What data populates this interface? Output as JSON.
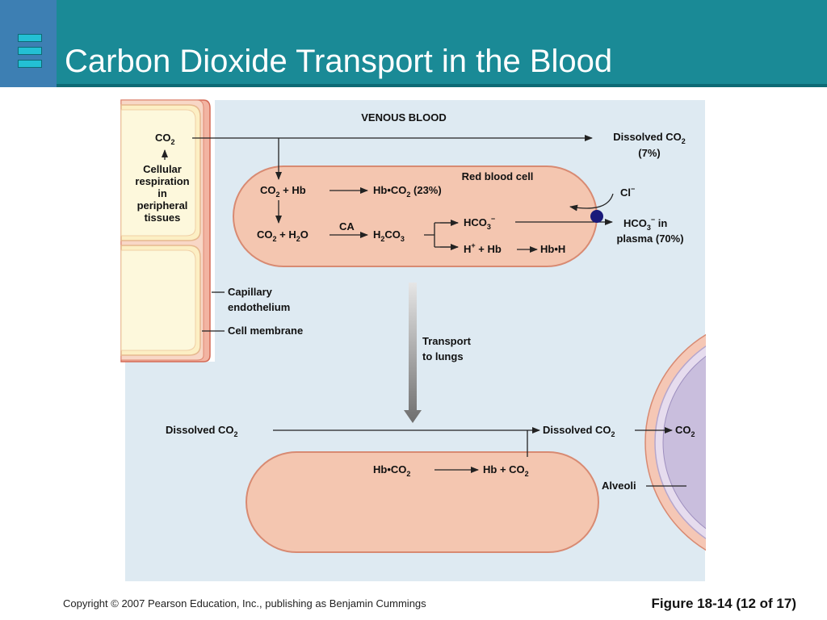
{
  "title": "Carbon Dioxide Transport in the Blood",
  "footer": {
    "copyright": "Copyright © 2007 Pearson Education, Inc., publishing as Benjamin Cummings",
    "figure": "Figure 18-14 (12 of 17)"
  },
  "diagram": {
    "venous_blood": "VENOUS BLOOD",
    "tissue": {
      "co2": "CO",
      "co2_sub": "2",
      "lines": [
        "Cellular",
        "respiration",
        "in",
        "peripheral",
        "tissues"
      ]
    },
    "dissolved_top": {
      "text": "Dissolved CO",
      "sub": "2",
      "percent": "(7%)"
    },
    "red_blood_cell": "Red blood cell",
    "reactions": {
      "r1_left": "CO",
      "r1_left_sub": "2",
      "r1_left_rest": " + Hb",
      "r1_right": "Hb•CO",
      "r1_right_sub": "2",
      "r1_right_rest": " (23%)",
      "r2_left": "CO",
      "r2_left_sub": "2",
      "r2_left_mid": " + H",
      "r2_left_sub2": "2",
      "r2_left_rest": "O",
      "ca": "CA",
      "h2co3_a": "H",
      "h2co3_sub1": "2",
      "h2co3_b": "CO",
      "h2co3_sub2": "3",
      "hco3": "HCO",
      "hco3_sub": "3",
      "hco3_sup": "−",
      "h_plus": "H",
      "h_plus_sup": "+",
      "h_plus_rest": " + Hb",
      "hbh": "Hb•H"
    },
    "cl": {
      "text": "Cl",
      "sup": "−"
    },
    "plasma": {
      "hco3": "HCO",
      "hco3_sub": "3",
      "hco3_sup": "−",
      "in": " in",
      "line2": "plasma (70%)"
    },
    "capillary": [
      "Capillary",
      "endothelium"
    ],
    "cell_membrane": "Cell membrane",
    "transport": [
      "Transport",
      "to lungs"
    ],
    "bottom": {
      "dissolved_left": "Dissolved CO",
      "dissolved_left_sub": "2",
      "dissolved_right": "Dissolved CO",
      "dissolved_right_sub": "2",
      "co2_right": "CO",
      "co2_right_sub": "2",
      "hbco2": "Hb•CO",
      "hbco2_sub": "2",
      "hb_plus": "Hb + CO",
      "hb_plus_sub": "2",
      "alveoli": "Alveoli"
    }
  },
  "colors": {
    "header": "#1a8a96",
    "diagram_bg": "#deeaf2",
    "cell_fill": "#f4c6b0",
    "tissue_fill": "#fdf5d4",
    "alveolus_fill": "#c9bedd"
  }
}
